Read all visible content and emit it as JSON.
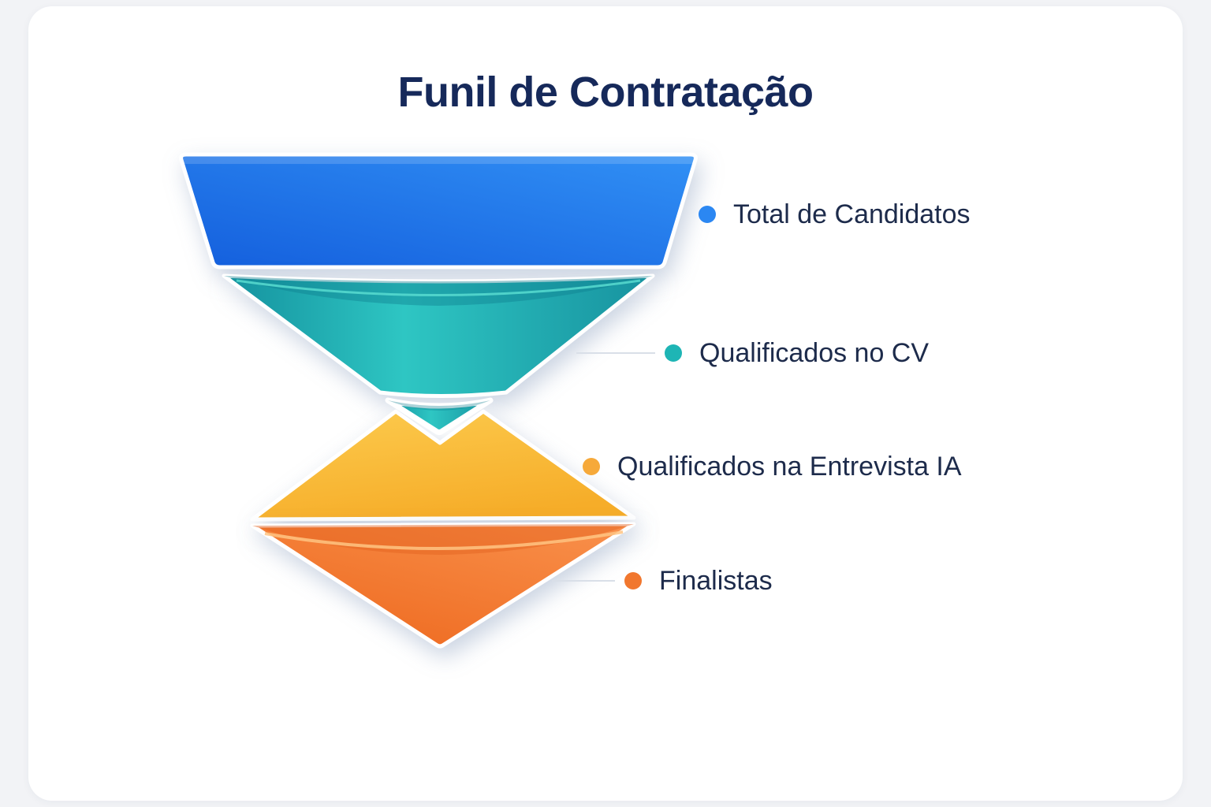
{
  "page": {
    "background_color": "#f2f3f6",
    "card_background_color": "#ffffff"
  },
  "title": {
    "text": "Funil de Contratação",
    "color": "#16295a"
  },
  "chart_data": {
    "type": "funnel",
    "title": "Funil de Contratação",
    "orientation": "top-down",
    "values_labels_shown": false,
    "legend_position": "right",
    "stages": [
      {
        "order": 1,
        "label": "Total de Candidatos",
        "color": "#1f7bec",
        "shape": "trapezoid"
      },
      {
        "order": 2,
        "label": "Qualificados no CV",
        "color": "#23b4ba",
        "shape": "cone"
      },
      {
        "order": 3,
        "label": "Qualificados na Entrevista IA",
        "color": "#f9bb35",
        "shape": "diamond-top"
      },
      {
        "order": 4,
        "label": "Finalistas",
        "color": "#f4772c",
        "shape": "cone-inverted"
      }
    ]
  },
  "legend": {
    "text_color": "#1d2b4b",
    "connector_color": "#d9dfe8",
    "items": [
      {
        "label": "Total de Candidatos",
        "color": "#2b87f2",
        "has_connector": false
      },
      {
        "label": "Qualificados no CV",
        "color": "#1eb5b5",
        "has_connector": true
      },
      {
        "label": "Qualificados na Entrevista IA",
        "color": "#f6a93a",
        "has_connector": false
      },
      {
        "label": "Finalistas",
        "color": "#f1772e",
        "has_connector": true
      }
    ]
  },
  "colors": {
    "blue_top": "#3190f5",
    "blue_bottom": "#145fdd",
    "teal_edge": "#14919e",
    "teal_light": "#2ec6c3",
    "teal_edge2": "#17929f",
    "teal_rim_band": "#0f7f90",
    "teal_rim_line": "#58dcd0",
    "yellow_light": "#fcca4d",
    "yellow_dark": "#f6ad29",
    "orange_light": "#f9914c",
    "orange_dark": "#ee6a20",
    "orange_rim_band": "#e2621f",
    "orange_rim_line": "#ffc482"
  }
}
